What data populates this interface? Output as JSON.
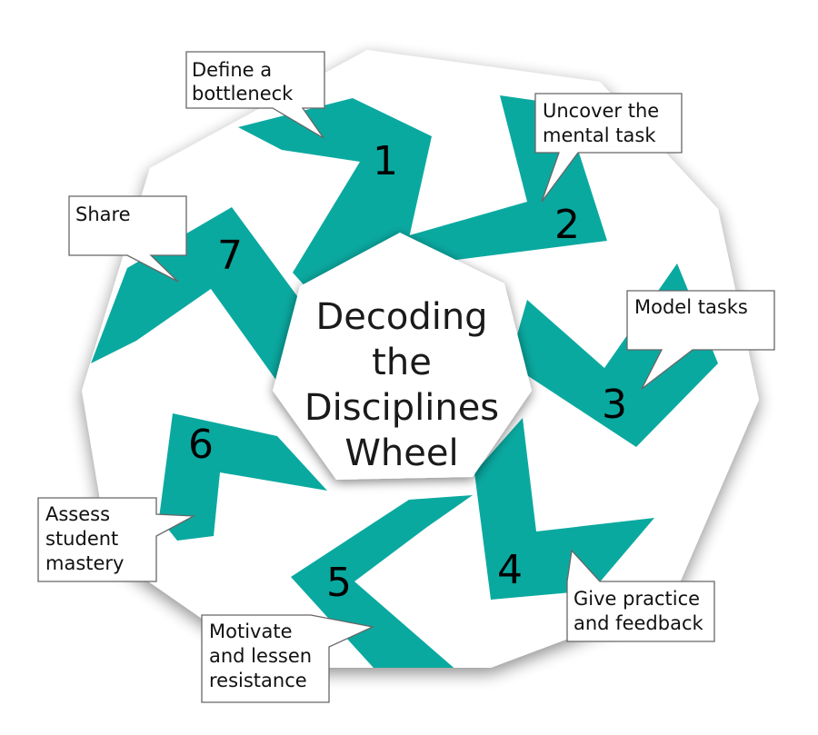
{
  "diagram": {
    "center_lines": [
      "Decoding",
      "the",
      "Disciplines",
      "Wheel"
    ],
    "steps": [
      {
        "number": "1",
        "label_lines": [
          "Define a",
          "bottleneck"
        ]
      },
      {
        "number": "2",
        "label_lines": [
          "Uncover the",
          "mental task"
        ]
      },
      {
        "number": "3",
        "label_lines": [
          "Model tasks"
        ]
      },
      {
        "number": "4",
        "label_lines": [
          "Give practice",
          "and feedback"
        ]
      },
      {
        "number": "5",
        "label_lines": [
          "Motivate",
          "and lessen",
          "resistance"
        ]
      },
      {
        "number": "6",
        "label_lines": [
          "Assess",
          "student",
          "mastery"
        ]
      },
      {
        "number": "7",
        "label_lines": [
          "Share"
        ]
      }
    ],
    "colors": {
      "accent": "#0aa9a0",
      "wheel": "#ffffff",
      "shadow": "#b8b8b8"
    }
  }
}
